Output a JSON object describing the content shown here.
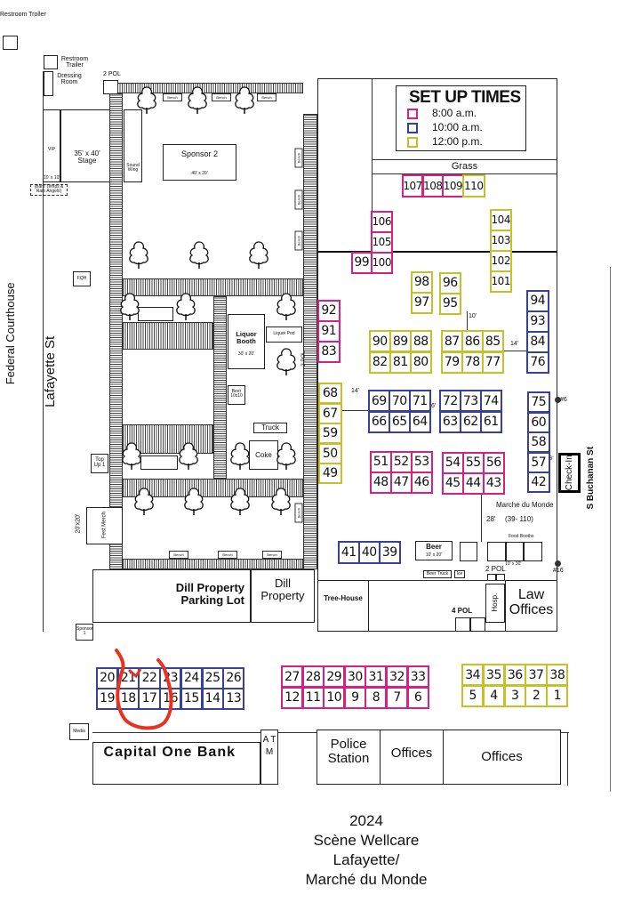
{
  "legend": {
    "title": "SET UP TIMES",
    "items": [
      {
        "label": "8:00 a.m.",
        "color": "#d6217e"
      },
      {
        "label": "10:00 a.m.",
        "color": "#37409a"
      },
      {
        "label": "12:00 p.m.",
        "color": "#c4c12a"
      }
    ]
  },
  "labels": {
    "restroom_troller": "Restroom Troller",
    "restroom_trailer": "Restroom Trailer",
    "dressing_room": "Dressing Room",
    "pol_2_top": "2 POL",
    "stage": "35' x 40' Stage",
    "vip": "VIP",
    "vip_size": "10' x 10'",
    "bare_temps": "(Bare Temps & Rain Angels)",
    "sound_wing": "Sound Wing",
    "sponsor2": "Sponsor 2",
    "sponsor2_size": "40' x 20'",
    "bench": "Bench",
    "fqh": "FQH",
    "federal_courthouse": "Federal Courthouse",
    "lafayette_st": "Lafayette St",
    "liquor_booth": "Liquor Booth",
    "liquor_size": "30' x 20'",
    "liquor_pod": "Liquor Pod",
    "pol_2_mid": "2 POL",
    "beer_10x10": "Beer 10x10",
    "truck": "Truck",
    "coke": "Coke",
    "top_up": "Top Up 1",
    "fest_merch": "Fest Merch",
    "fest_merch_size": "20'x20'",
    "dill_lot": "Dill Property Parking Lot",
    "dill_property": "Dill Property",
    "sponsor1": "Sponsor 1",
    "grass": "Grass",
    "distance_10": "10'",
    "distance_14a": "14'",
    "distance_14b": "14'",
    "distance_6a": "6'",
    "distance_6b": "6'",
    "distance_28": "28'",
    "marche": "Marche du Monde",
    "marche_range": "(39- 110)",
    "food_booths": "Food Booths",
    "food_size": "10' x 30'",
    "beer_10x20": "Beer",
    "beer_10x20_size": "10' x 20'",
    "beer_truck": "Beer Truck",
    "ice": "Ice",
    "pol_2_bottom": "2 POL",
    "pol_4": "4 POL",
    "hosp": "Hosp.",
    "law_offices": "Law Offices",
    "tree_house": "Tree-House",
    "check_in": "Check-In",
    "s_buchanan": "S Buchanan St",
    "marker_6": "#6",
    "marker_16": "#16",
    "media": "Media",
    "capital_one": "Capital One Bank",
    "atm": "A T M",
    "police": "Police Station",
    "offices_1": "Offices",
    "offices_2": "Offices"
  },
  "title": {
    "year": "2024",
    "line1": "Scène Wellcare",
    "line2": "Lafayette/",
    "line3": "Marché du Monde"
  },
  "booth_groups": [
    {
      "setup": 0,
      "rows": [
        [
          "107",
          "108",
          "109"
        ]
      ]
    },
    {
      "setup": 2,
      "rows": [
        [
          "110"
        ]
      ]
    },
    {
      "setup": 0,
      "rows": [
        [
          "106"
        ],
        [
          "105"
        ],
        [
          "100"
        ]
      ]
    },
    {
      "setup": 0,
      "rows": [
        [
          "99"
        ]
      ]
    },
    {
      "setup": 2,
      "rows": [
        [
          "104"
        ],
        [
          "103"
        ],
        [
          "102"
        ],
        [
          "101"
        ]
      ]
    },
    {
      "setup": 2,
      "rows": [
        [
          "98"
        ],
        [
          "97"
        ]
      ]
    },
    {
      "setup": 2,
      "rows": [
        [
          "96"
        ],
        [
          "95"
        ]
      ]
    },
    {
      "setup": 0,
      "rows": [
        [
          "92"
        ],
        [
          "91"
        ],
        [
          "83"
        ]
      ]
    },
    {
      "setup": 2,
      "rows": [
        [
          "90",
          "89",
          "88"
        ],
        [
          "82",
          "81",
          "80"
        ]
      ]
    },
    {
      "setup": 2,
      "rows": [
        [
          "87",
          "86",
          "85"
        ],
        [
          "79",
          "78",
          "77"
        ]
      ]
    },
    {
      "setup": 1,
      "rows": [
        [
          "94"
        ],
        [
          "93"
        ],
        [
          "84"
        ],
        [
          "76"
        ]
      ]
    },
    {
      "setup": 2,
      "rows": [
        [
          "68"
        ],
        [
          "67"
        ],
        [
          "59"
        ],
        [
          "50"
        ],
        [
          "49"
        ]
      ]
    },
    {
      "setup": 1,
      "rows": [
        [
          "69",
          "70",
          "71"
        ],
        [
          "66",
          "65",
          "64"
        ]
      ]
    },
    {
      "setup": 1,
      "rows": [
        [
          "72",
          "73",
          "74"
        ],
        [
          "63",
          "62",
          "61"
        ]
      ]
    },
    {
      "setup": 1,
      "rows": [
        [
          "75"
        ],
        [
          "60"
        ],
        [
          "58"
        ],
        [
          "57"
        ],
        [
          "42"
        ]
      ]
    },
    {
      "setup": 0,
      "rows": [
        [
          "51",
          "52",
          "53"
        ],
        [
          "48",
          "47",
          "46"
        ]
      ]
    },
    {
      "setup": 0,
      "rows": [
        [
          "54",
          "55",
          "56"
        ],
        [
          "45",
          "44",
          "43"
        ]
      ]
    },
    {
      "setup": 1,
      "rows": [
        [
          "41",
          "40",
          "39"
        ]
      ]
    },
    {
      "setup": 1,
      "rows": [
        [
          "20",
          "21",
          "22",
          "23",
          "24",
          "25",
          "26"
        ],
        [
          "19",
          "18",
          "17",
          "16",
          "15",
          "14",
          "13"
        ]
      ]
    },
    {
      "setup": 0,
      "rows": [
        [
          "27",
          "28",
          "29",
          "30",
          "31",
          "32",
          "33"
        ],
        [
          "12",
          "11",
          "10",
          "9",
          "8",
          "7",
          "6"
        ]
      ]
    },
    {
      "setup": 2,
      "rows": [
        [
          "34",
          "35",
          "36",
          "37",
          "38"
        ],
        [
          "5",
          "4",
          "3",
          "2",
          "1"
        ]
      ]
    }
  ],
  "annotation_color": "#e8321e"
}
